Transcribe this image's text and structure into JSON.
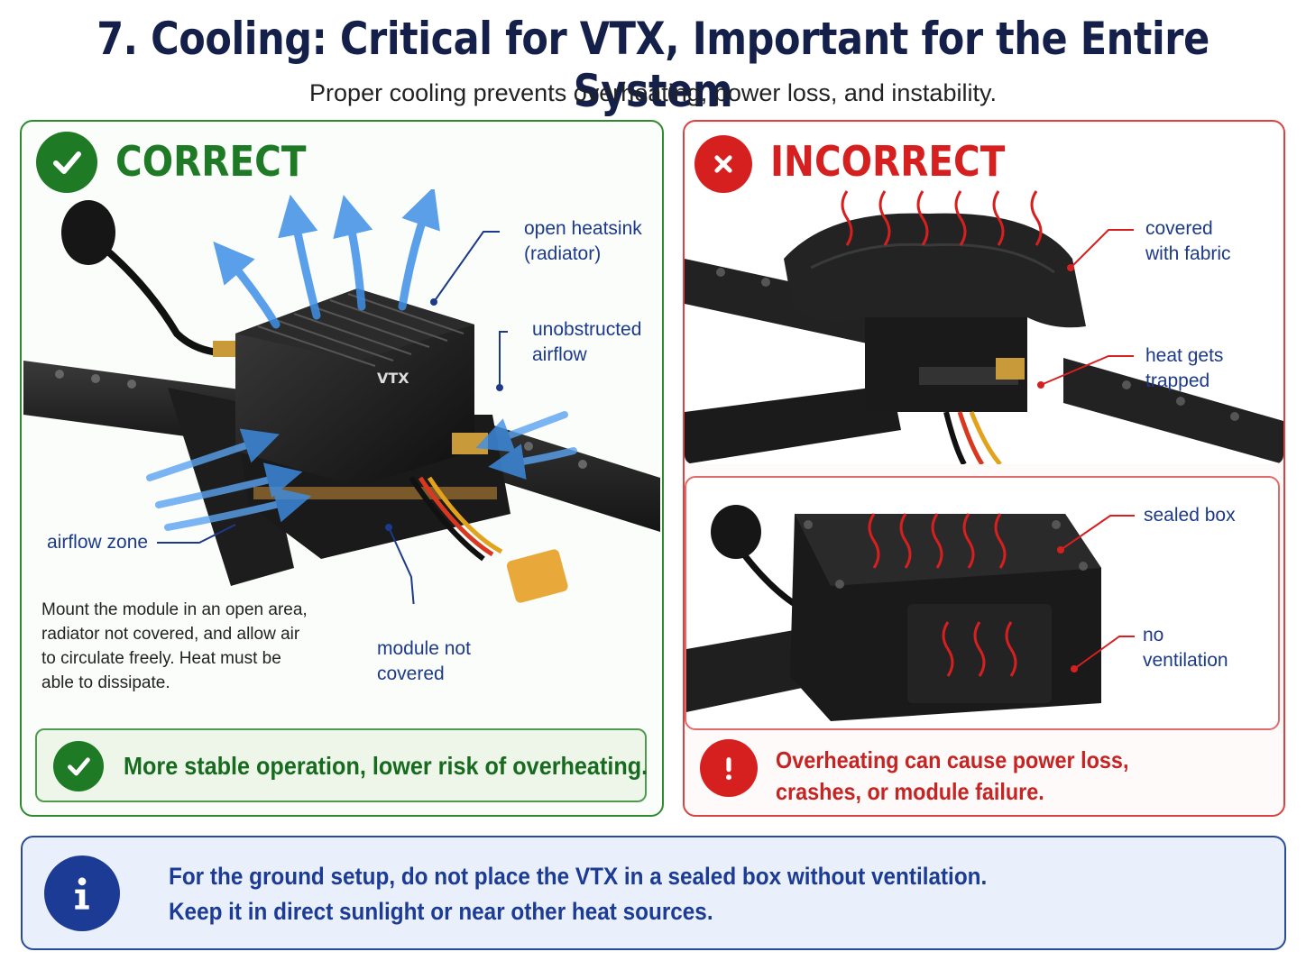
{
  "header": {
    "title": "7. Cooling: Critical for VTX, Important for the Entire System",
    "subtitle": "Proper cooling prevents overheating, power loss, and instability."
  },
  "correct": {
    "heading": "CORRECT",
    "module_label": "VTX",
    "callouts": {
      "heatsink_1": "open heatsink",
      "heatsink_2": "(radiator)",
      "airflow_1": "unobstructed",
      "airflow_2": "airflow",
      "zone": "airflow zone",
      "covered_1": "module not",
      "covered_2": "covered"
    },
    "description": [
      "Mount the module in an open area,",
      "radiator not covered, and allow air",
      "to circulate freely. Heat must be",
      "able to dissipate."
    ],
    "result": "More stable operation, lower risk of overheating."
  },
  "incorrect": {
    "heading": "INCORRECT",
    "callouts": {
      "fabric_1": "covered",
      "fabric_2": "with fabric",
      "trapped_1": "heat gets",
      "trapped_2": "trapped",
      "box": "sealed box",
      "vent_1": "no",
      "vent_2": "ventilation"
    },
    "result": [
      "Overheating can cause power loss,",
      "crashes, or module failure."
    ]
  },
  "info": {
    "lines": [
      "For the ground setup, do not place the VTX in a sealed box without ventilation.",
      "Keep it in direct sunlight or near other heat sources."
    ]
  },
  "colors": {
    "green": "#2f8a2f",
    "red": "#d94343",
    "navy": "#1b3b95",
    "airflow": "#3f8fe6"
  }
}
